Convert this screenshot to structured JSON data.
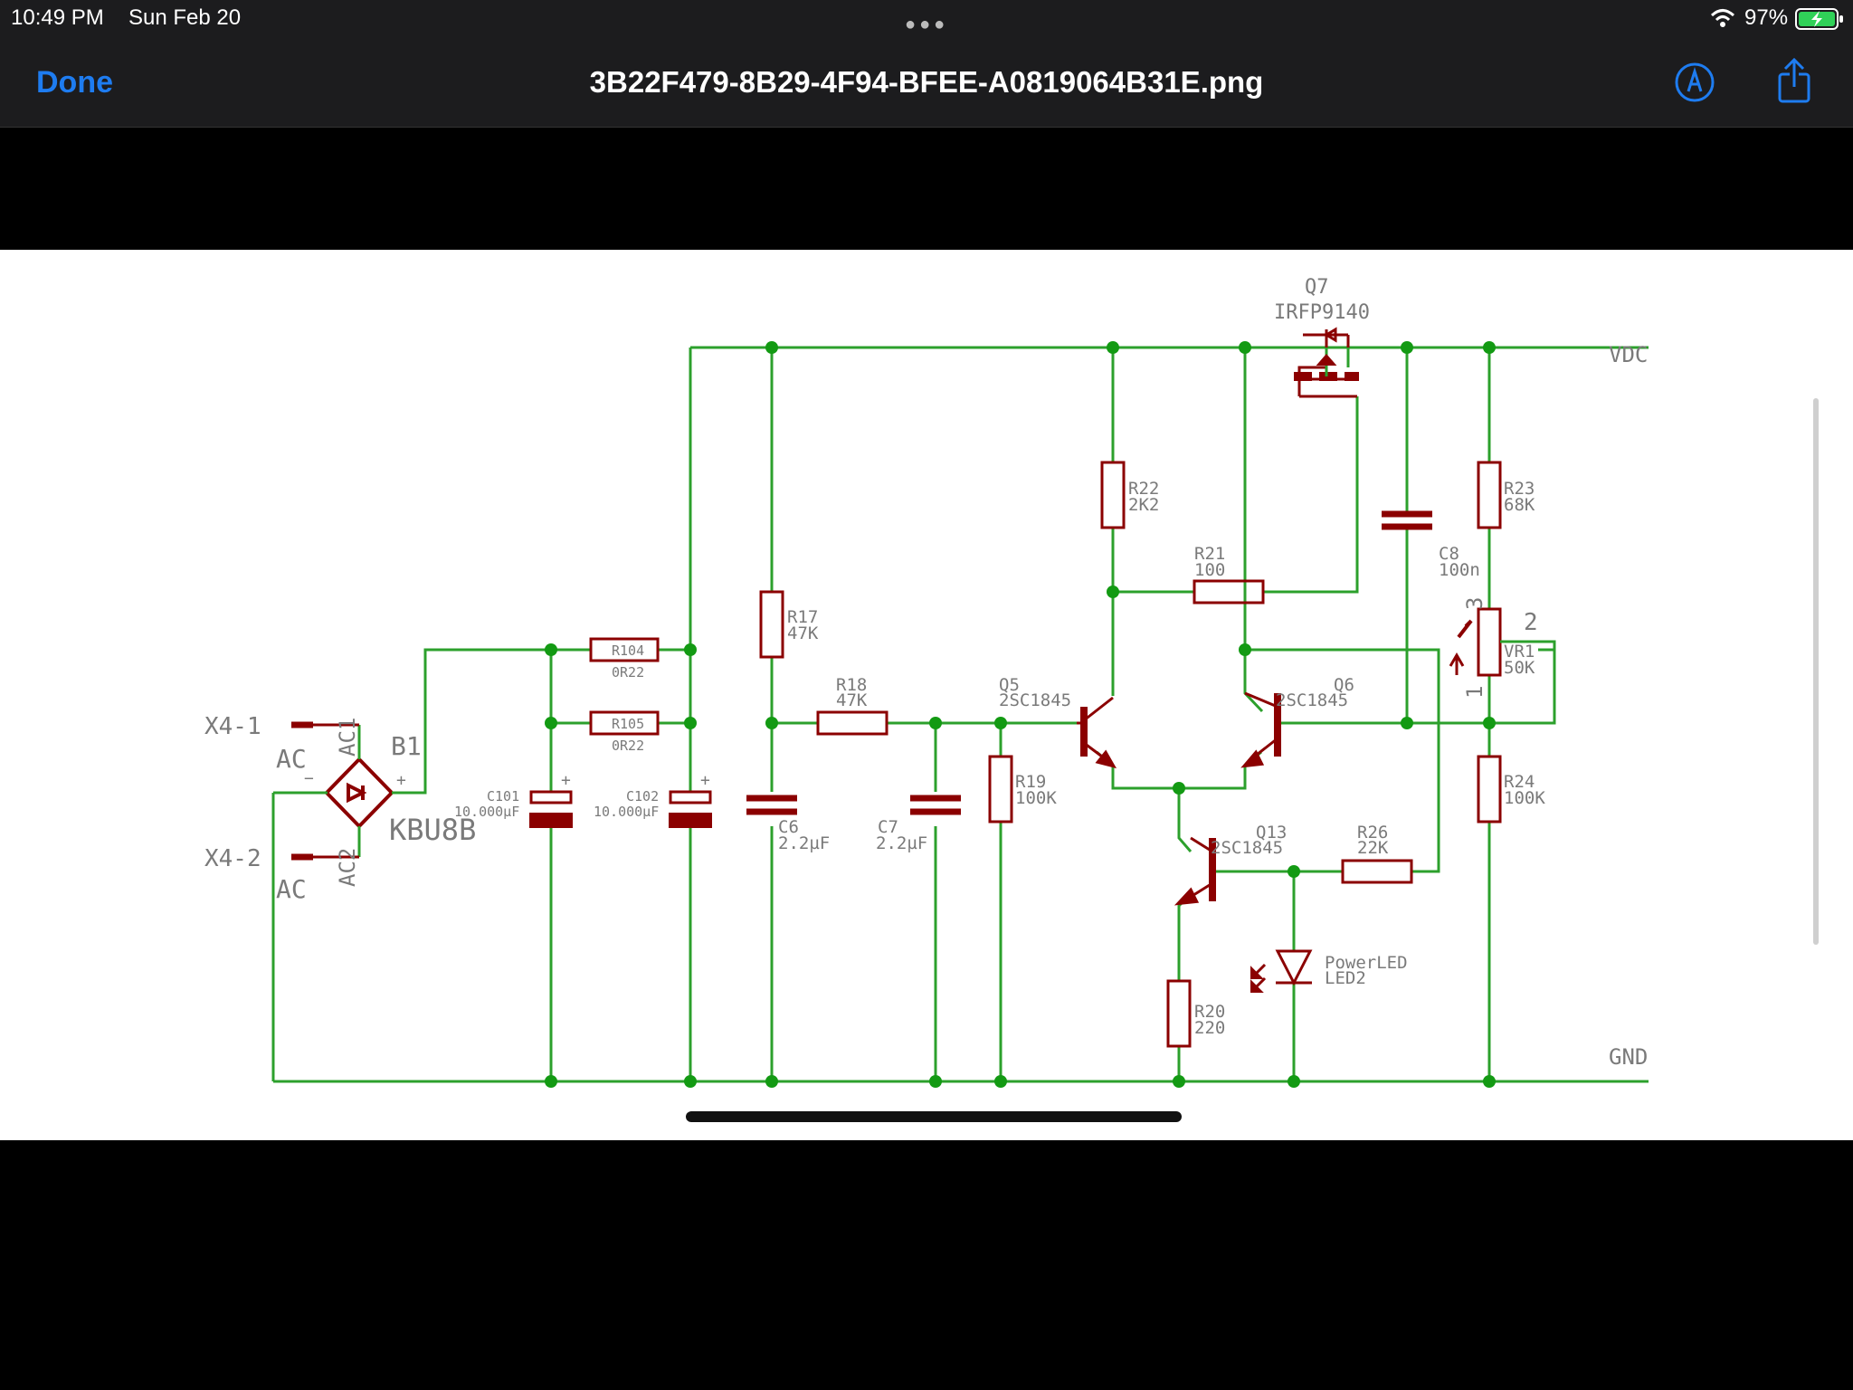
{
  "status_bar": {
    "time": "10:49 PM",
    "date": "Sun Feb 20",
    "battery": "97%",
    "icons": [
      "wifi-icon",
      "battery-charging-icon",
      "multitask-dots-icon"
    ]
  },
  "nav": {
    "done_label": "Done",
    "title": "3B22F479-8B29-4F94-BFEE-A0819064B31E.png",
    "icons": [
      "markup-icon",
      "share-icon"
    ],
    "accent": "#1e7cf0"
  },
  "schematic": {
    "wire_color": "#2ca02c",
    "component_color": "#8b0000",
    "label_color": "#7a7a7a",
    "rails": {
      "vdc": "VDC",
      "gnd": "GND"
    },
    "connectors": {
      "x41": "X4-1",
      "x42": "X4-2",
      "ac1": "AC",
      "ac2": "AC"
    },
    "bridge": {
      "name": "B1",
      "part": "KBU8B",
      "pin_ac1": "AC1",
      "pin_ac2": "AC2",
      "plus": "+",
      "minus": "−"
    },
    "resistors": {
      "r104": {
        "name": "R104",
        "value": "0R22"
      },
      "r105": {
        "name": "R105",
        "value": "0R22"
      },
      "r17": {
        "name": "R17",
        "value": "47K"
      },
      "r18": {
        "name": "R18",
        "value": "47K"
      },
      "r19": {
        "name": "R19",
        "value": "100K"
      },
      "r22": {
        "name": "R22",
        "value": "2K2"
      },
      "r21": {
        "name": "R21",
        "value": "100"
      },
      "r23": {
        "name": "R23",
        "value": "68K"
      },
      "r24": {
        "name": "R24",
        "value": "100K"
      },
      "r26": {
        "name": "R26",
        "value": "22K"
      },
      "r20": {
        "name": "R20",
        "value": "220"
      }
    },
    "capacitors": {
      "c101": {
        "name": "C101",
        "value": "10.000µF"
      },
      "c102": {
        "name": "C102",
        "value": "10.000µF"
      },
      "c6": {
        "name": "C6",
        "value": "2.2µF"
      },
      "c7": {
        "name": "C7",
        "value": "2.2µF"
      },
      "c8": {
        "name": "C8",
        "value": "100n"
      }
    },
    "transistors": {
      "q5": {
        "name": "Q5",
        "part": "2SC1845"
      },
      "q6": {
        "name": "Q6",
        "part": "2SC1845"
      },
      "q13": {
        "name": "Q13",
        "part": "2SC1845"
      },
      "q7": {
        "name": "Q7",
        "part": "IRFP9140"
      }
    },
    "pot": {
      "name": "VR1",
      "value": "50K",
      "pin1": "1",
      "pin2": "2",
      "pin3": "3"
    },
    "led": {
      "name": "LED2",
      "label": "PowerLED"
    }
  }
}
